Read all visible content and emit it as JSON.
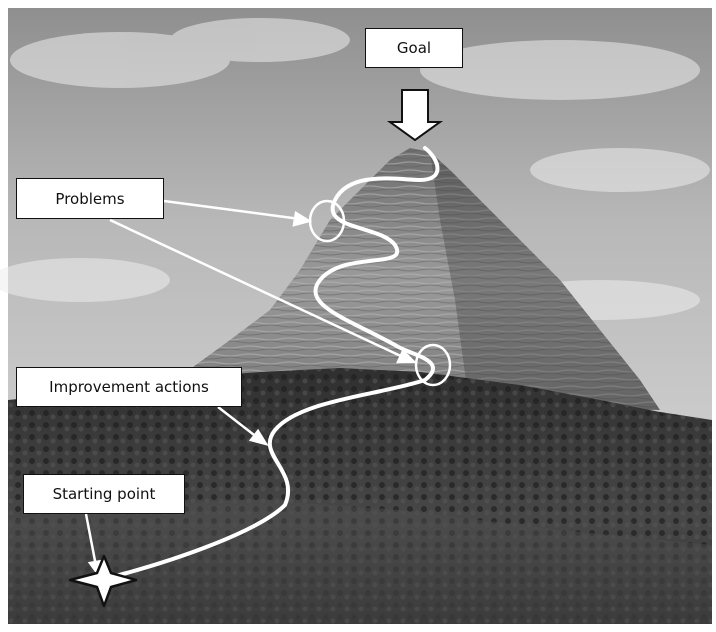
{
  "labels": {
    "goal": "Goal",
    "problems": "Problems",
    "improvement_actions": "Improvement actions",
    "starting_point": "Starting point"
  },
  "colors": {
    "sky_light": "#d9d9d9",
    "sky_dark": "#8f8f8f",
    "rock": "#8a8a8a",
    "forest": "#3a3a3a",
    "path": "#ffffff",
    "arrow": "#ffffff"
  }
}
